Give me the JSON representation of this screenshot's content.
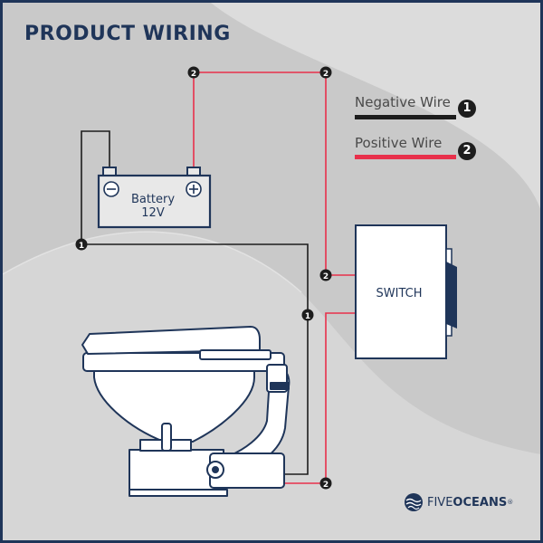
{
  "title": "PRODUCT WIRING",
  "legend": [
    {
      "label": "Negative Wire",
      "marker": "1",
      "color": "#1d1d1d"
    },
    {
      "label": "Positive Wire",
      "marker": "2",
      "color": "#e8304b"
    }
  ],
  "battery": {
    "line1": "Battery",
    "line2": "12V",
    "neg_symbol": "−",
    "pos_symbol": "+"
  },
  "switch": {
    "label": "SWITCH"
  },
  "markers": {
    "negative": "1",
    "positive": "2"
  },
  "brand": {
    "part1": "FIVE",
    "part2": "OCEANS",
    "reg": "®",
    "icon": "wave-globe-icon"
  },
  "colors": {
    "frame": "#1f3559",
    "negative_wire": "#1d1d1d",
    "positive_wire": "#e8304b",
    "background": "#c9c9c9"
  }
}
